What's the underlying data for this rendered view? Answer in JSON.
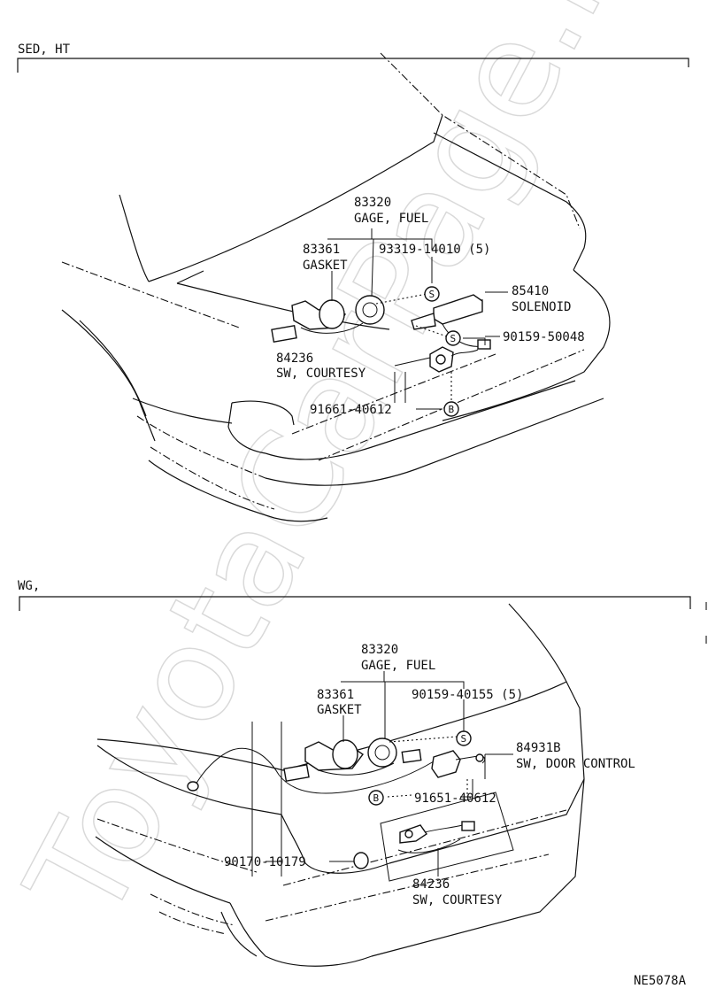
{
  "watermark": "ToyotaCarPage.ru",
  "drawing_code": "NE5078A",
  "sections": [
    {
      "title": "SED, HT",
      "labels": {
        "gage_no": "83320",
        "gage_name": "GAGE, FUEL",
        "gasket_no": "83361",
        "gasket_name": "GASKET",
        "screw_no": "93319-14010 (5)",
        "solenoid_no": "85410",
        "solenoid_name": "SOLENOID",
        "bolt_no": "90159-50048",
        "courtesy_no": "84236",
        "courtesy_name": "SW, COURTESY",
        "bolt2_no": "91661-40612"
      },
      "callouts": [
        "S",
        "S",
        "B"
      ]
    },
    {
      "title": "WG,",
      "labels": {
        "gage_no": "83320",
        "gage_name": "GAGE, FUEL",
        "gasket_no": "83361",
        "gasket_name": "GASKET",
        "screw_no": "90159-40155 (5)",
        "door_sw_no": "84931B",
        "door_sw_name": "SW, DOOR CONTROL",
        "bolt_no": "91651-40612",
        "clip_no": "90170-10179",
        "courtesy_no": "84236",
        "courtesy_name": "SW, COURTESY"
      },
      "callouts": [
        "S",
        "B"
      ]
    }
  ]
}
